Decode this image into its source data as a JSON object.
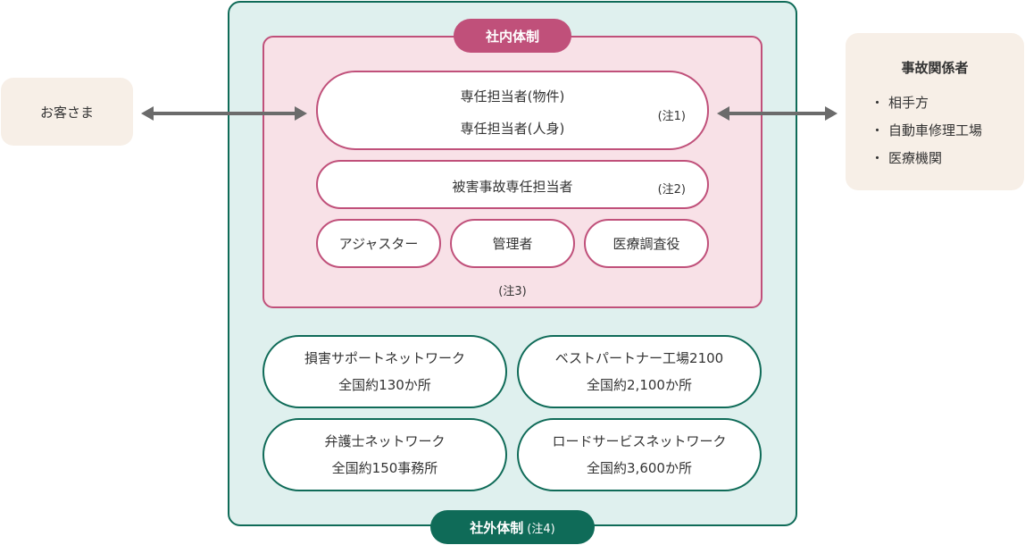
{
  "customer": {
    "label": "お客さま"
  },
  "related": {
    "title": "事故関係者",
    "bullet": "・",
    "items": [
      "相手方",
      "自動車修理工場",
      "医療機関"
    ]
  },
  "internal": {
    "tag": "社内体制",
    "staff_property": "専任担当者(物件)",
    "staff_personal": "専任担当者(人身)",
    "note1": "(注1)",
    "victim_staff": "被害事故専任担当者",
    "note2": "(注2)",
    "roles": [
      "アジャスター",
      "管理者",
      "医療調査役"
    ],
    "note3": "(注3)"
  },
  "external": {
    "tag": "社外体制",
    "note": "(注4)",
    "networks": [
      {
        "name": "損害サポートネットワーク",
        "count": "全国約130か所"
      },
      {
        "name": "ベストパートナー工場2100",
        "count": "全国約2,100か所"
      },
      {
        "name": "弁護士ネットワーク",
        "count": "全国約150事務所"
      },
      {
        "name": "ロードサービスネットワーク",
        "count": "全国約3,600か所"
      }
    ]
  },
  "colors": {
    "internal_accent": "#c0507a",
    "external_accent": "#0f6b58",
    "arrow": "#6b6b6b"
  }
}
